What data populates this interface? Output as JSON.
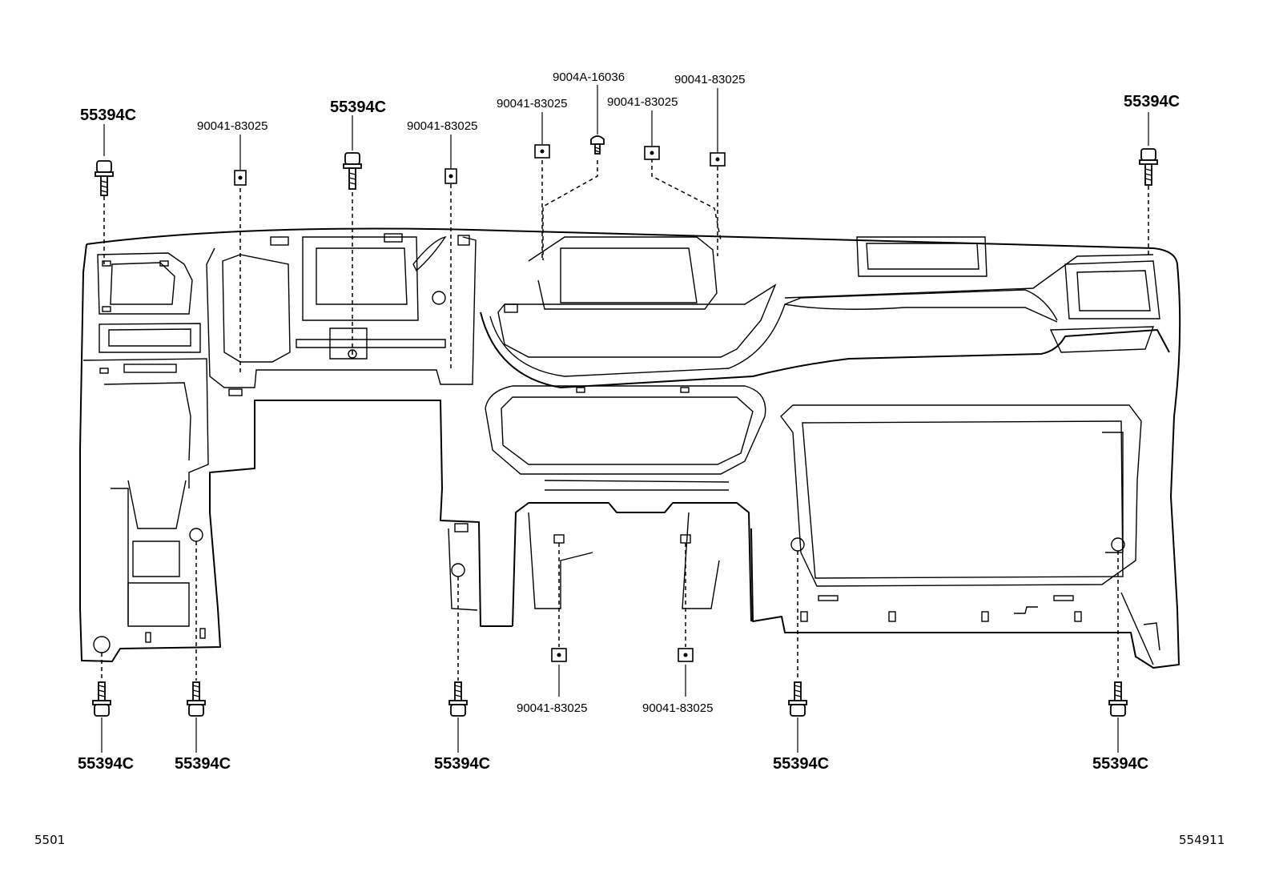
{
  "diagram": {
    "title": "",
    "corner_codes": {
      "left": "5501",
      "right": "554911"
    },
    "labels": {
      "bolt_top_left": "55394C",
      "clip_top_1": "90041-83025",
      "bolt_top_center": "55394C",
      "clip_top_2": "90041-83025",
      "clip_top_3": "90041-83025",
      "screw_top": "9004A-16036",
      "clip_top_4": "90041-83025",
      "clip_top_5": "90041-83025",
      "bolt_top_right": "55394C",
      "bolt_bottom_1": "55394C",
      "bolt_bottom_2": "55394C",
      "bolt_bottom_3": "55394C",
      "clip_bottom_1": "90041-83025",
      "clip_bottom_2": "90041-83025",
      "bolt_bottom_4": "55394C",
      "bolt_bottom_5": "55394C"
    }
  }
}
